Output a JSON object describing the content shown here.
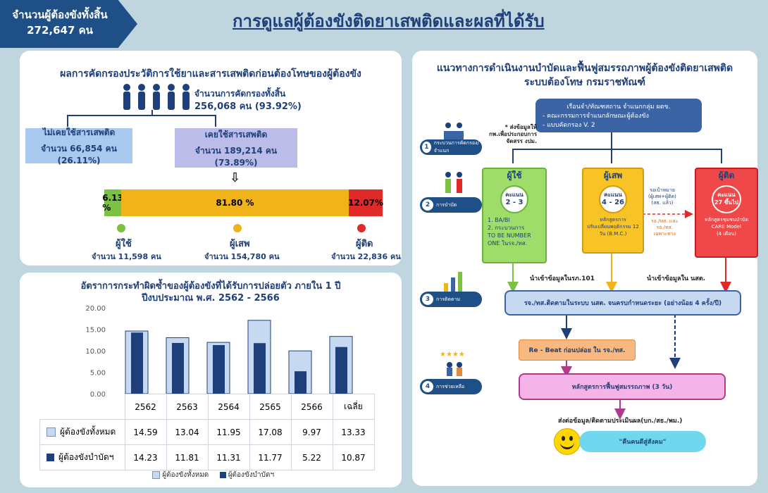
{
  "banner": {
    "line1": "จำนวนผู้ต้องขังทั้งสิ้น",
    "line2": "272,647 คน"
  },
  "page_title": "การดูแลผู้ต้องขังติดยาเสพติดและผลที่ได้รับ",
  "screening": {
    "title": "ผลการคัดกรองประวัติการใช้ยาและสารเสพติดก่อนต้องโทษของผู้ต้องขัง",
    "total_label": "จำนวนการคัดกรองทั้งสิ้น",
    "total_value": "256,068 คน (93.92%)",
    "never_used": {
      "title": "ไม่เคยใช้สารเสพติด",
      "value": "จำนวน  66,854 คน (26.11%)"
    },
    "used": {
      "title": "เคยใช้สารเสพติด",
      "value": "จำนวน 189,214 คน (73.89%)"
    },
    "segments": [
      {
        "label": "6.13 %",
        "fraction": 0.0613,
        "color": "#7cc242"
      },
      {
        "label": "81.80 %",
        "fraction": 0.818,
        "color": "#f0b41a"
      },
      {
        "label": "12.07%",
        "fraction": 0.1207,
        "color": "#e02a2a"
      }
    ],
    "groups": [
      {
        "name": "ผู้ใช้",
        "count": "จำนวน  11,598 คน"
      },
      {
        "name": "ผู้เสพ",
        "count": "จำนวน  154,780 คน"
      },
      {
        "name": "ผู้ติด",
        "count": "จำนวน  22,836 คน"
      }
    ]
  },
  "recidivism": {
    "title_line1": "อัตราการกระทำผิดซ้ำของผู้ต้องขังที่ได้รับการปล่อยตัว ภายใน 1 ปี",
    "title_line2": "ปีงบประมาณ พ.ศ. 2562 - 2566",
    "row_all_label": "ผู้ต้องขังทั้งหมด",
    "row_treated_label": "ผู้ต้องขังบำบัดฯ",
    "legend_all": "ผู้ต้องขังทั้งหมด",
    "legend_treated": "ผู้ต้องขังบำบัดฯ"
  },
  "chart_data": {
    "type": "bar",
    "categories": [
      "2562",
      "2563",
      "2564",
      "2565",
      "2566",
      "เฉลี่ย"
    ],
    "series": [
      {
        "name": "ผู้ต้องขังทั้งหมด",
        "values": [
          14.59,
          13.04,
          11.95,
          17.08,
          9.97,
          13.33
        ],
        "color": "#c6d9f0"
      },
      {
        "name": "ผู้ต้องขังบำบัดฯ",
        "values": [
          14.23,
          11.81,
          11.31,
          11.77,
          5.22,
          10.87
        ],
        "color": "#1f3f7a"
      }
    ],
    "yticks": [
      "0.00",
      "5.00",
      "10.00",
      "15.00",
      "20.00"
    ],
    "ylim": [
      0,
      20
    ],
    "legend": "bottom",
    "grid": false
  },
  "flow": {
    "title_line1": "แนวทางการดำเนินงานบำบัดและฟื้นฟูสมรรถภาพผู้ต้องขังติดยาเสพติด",
    "title_line2": "ระบบต้องโทษ กรมราชทัณฑ์",
    "top_box": {
      "line1": "เรือนจำ/ทัณฑสถาน จำแนกกลุ่ม ผตข.",
      "line2": "- คณะกรรมการจำแนกลักษณะผู้ต้องขัง",
      "line3": "- แบบคัดกรอง V. 2"
    },
    "note_send": {
      "line1": "* ส่งข้อมูลให้",
      "line2": "กพ.เพื่อประกอบการ",
      "line3": "จัดสรร งปม."
    },
    "user": {
      "title": "ผู้ใช้",
      "score_label": "คะแนน",
      "score": "2 - 3",
      "item1": "1. BA/BI",
      "item2": "2. กระบวนการ",
      "item3": "TO BE NUMBER",
      "item4": "ONE ในรจ./ทส."
    },
    "abuser": {
      "title": "ผู้เสพ",
      "score_label": "คะแนน",
      "score": "4 - 26",
      "item1": "หลักสูตรการ",
      "item2": "ปรับเปลี่ยนพฤติกรรม 12",
      "item3": "วัน (B.M.C.)"
    },
    "addict": {
      "title": "ผู้ติด",
      "score_label": "คะแนน",
      "score": "27 ขึ้นไป",
      "item1": "หลักสูตรชุมชนบำบัด",
      "item2": "CARE Model",
      "item3": "(4 เดือน)"
    },
    "side_note1": {
      "line1": "รอเป้าหมาย",
      "line2": "(ผู้เสพ+ผู้ติด)",
      "line3": "(สธ. แล้ว)"
    },
    "side_note2": {
      "line1": "รจ./ทส. และ",
      "line2": "รจ./ทส.",
      "line3": "เฉพาะทาง"
    },
    "label_left": "นำเข้าข้อมูลในรภ.101",
    "label_right": "นำเข้าข้อมูลใน นสต.",
    "followup": "รจ./ทส.ติดตามในระบบ นสต. จนครบกำหนดระยะ (อย่างน้อย 4 ครั้ง/ปี)",
    "rebeat": "Re - Beat ก่อนปล่อย ใน รจ./ทส.",
    "rehab": "หลักสูตรการฟื้นฟูสมรรถภาพ (3 วัน)",
    "send_info": "ส่งต่อข้อมูล/ติดตามประเมินผล(บก./สธ./พม.)",
    "slogan": "\"คืนคนดีสู่สังคม\"",
    "steps": [
      {
        "num": "1",
        "text": "กระบวนการคัดกรอง/จำแนก"
      },
      {
        "num": "2",
        "text": "การบำบัด"
      },
      {
        "num": "3",
        "text": "การติดตาม"
      },
      {
        "num": "4",
        "text": "การช่วยเหลือ"
      }
    ]
  },
  "colors": {
    "navy": "#1f3f7a",
    "banner": "#1f4f87",
    "light_blue": "#a9c9ee",
    "purple": "#bcbce8",
    "green": "#7cc242",
    "yellow": "#f0b41a",
    "red": "#e02a2a"
  }
}
